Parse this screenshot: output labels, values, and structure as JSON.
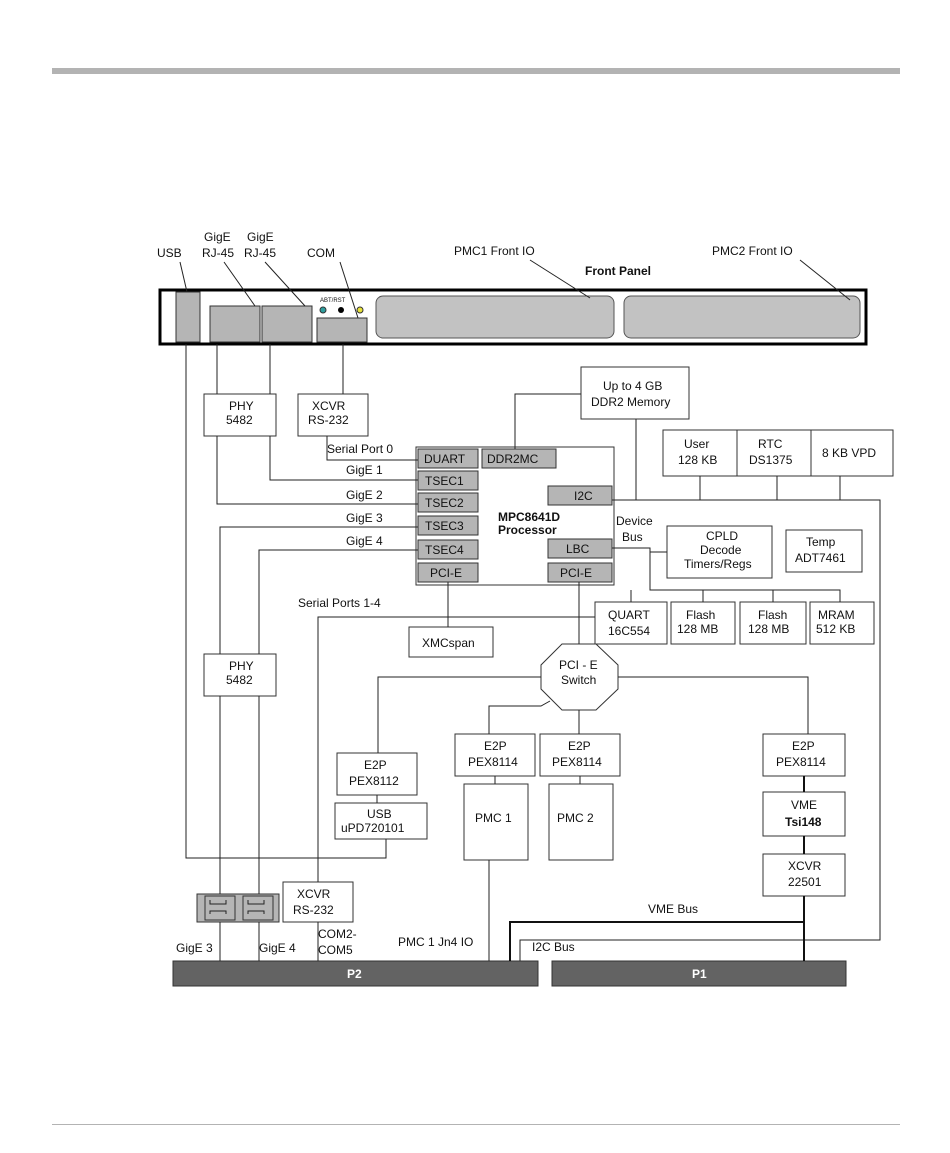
{
  "colors": {
    "rule": "#b3b3b3",
    "port_fill": "#b5b5b5",
    "connector_fill": "#636363",
    "led_green": "#2e9e9e",
    "led_yellow": "#e8e23a"
  },
  "callouts": {
    "usb": "USB",
    "gige1_line1": "GigE",
    "gige1_line2": "RJ-45",
    "gige2_line1": "GigE",
    "gige2_line2": "RJ-45",
    "com": "COM",
    "pmc1_front": "PMC1 Front IO",
    "front_panel": "Front Panel",
    "pmc2_front": "PMC2 Front IO",
    "abt_rst": "ABT/RST"
  },
  "boxes": {
    "ddr2_line1": "Up to 4 GB",
    "ddr2_line2": "DDR2 Memory",
    "phy_top_line1": "PHY",
    "phy_top_line2": "5482",
    "xcvr_top_line1": "XCVR",
    "xcvr_top_line2": "RS-232",
    "user_line1": "User",
    "user_line2": "128 KB",
    "rtc_line1": "RTC",
    "rtc_line2": "DS1375",
    "vpd": "8 KB VPD",
    "cpld_line1": "CPLD",
    "cpld_line2": "Decode",
    "cpld_line3": "Timers/Regs",
    "temp_line1": "Temp",
    "temp_line2": "ADT7461",
    "quart_line1": "QUART",
    "quart_line2": "16C554",
    "flash1_line1": "Flash",
    "flash1_line2": "128 MB",
    "flash2_line1": "Flash",
    "flash2_line2": "128 MB",
    "mram_line1": "MRAM",
    "mram_line2": "512 KB",
    "xmcspan": "XMCspan",
    "pcie_switch_line1": "PCI - E",
    "pcie_switch_line2": "Switch",
    "phy_mid_line1": "PHY",
    "phy_mid_line2": "5482",
    "e2p_8112_line1": "E2P",
    "e2p_8112_line2": "PEX8112",
    "usb_ctrl_line1": "USB",
    "usb_ctrl_line2": "uPD720101",
    "e2p_a_line1": "E2P",
    "e2p_a_line2": "PEX8114",
    "e2p_b_line1": "E2P",
    "e2p_b_line2": "PEX8114",
    "e2p_c_line1": "E2P",
    "e2p_c_line2": "PEX8114",
    "pmc1": "PMC 1",
    "pmc2": "PMC 2",
    "vme_line1": "VME",
    "vme_line2": "Tsi148",
    "xcvr_22501_line1": "XCVR",
    "xcvr_22501_line2": "22501",
    "xcvr_bot_line1": "XCVR",
    "xcvr_bot_line2": "RS-232"
  },
  "processor": {
    "name_line1": "MPC8641D",
    "name_line2": "Processor",
    "duart": "DUART",
    "ddr2mc": "DDR2MC",
    "tsec1": "TSEC1",
    "tsec2": "TSEC2",
    "tsec3": "TSEC3",
    "tsec4": "TSEC4",
    "pcie_left": "PCI-E",
    "i2c": "I2C",
    "lbc": "LBC",
    "pcie_right": "PCI-E"
  },
  "signals": {
    "serial_port0": "Serial Port 0",
    "gige1": "GigE 1",
    "gige2": "GigE 2",
    "gige3": "GigE 3",
    "gige4": "GigE 4",
    "serial_ports": "Serial Ports 1-4",
    "device_bus_line1": "Device",
    "device_bus_line2": "Bus",
    "vme_bus": "VME Bus",
    "i2c_bus": "I2C Bus",
    "pmc1_jn4": "PMC 1 Jn4 IO",
    "gige3_bottom": "GigE 3",
    "gige4_bottom": "GigE 4",
    "com2_line1": "COM2-",
    "com2_line2": "COM5"
  },
  "connectors": {
    "p2": "P2",
    "p1": "P1"
  }
}
